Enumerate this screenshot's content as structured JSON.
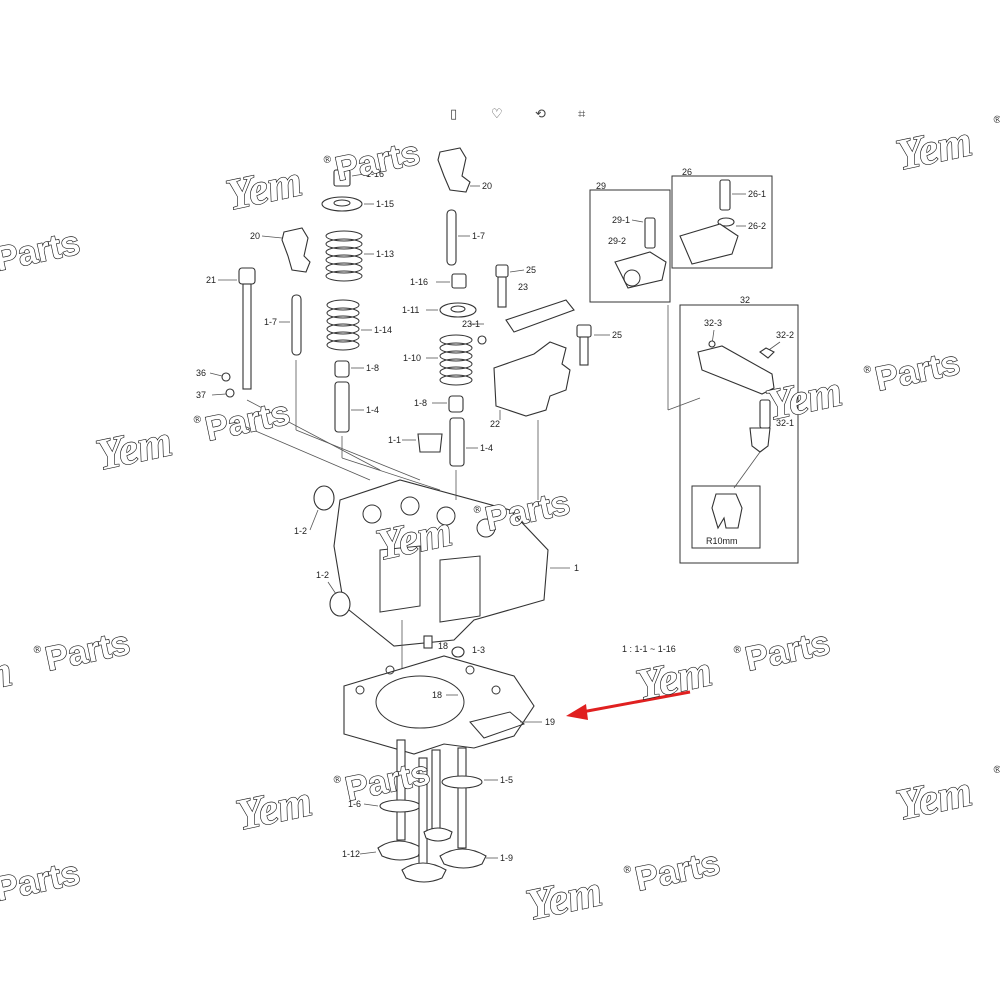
{
  "toolbar": {
    "icons": [
      {
        "name": "copy-icon",
        "glyph": "▯"
      },
      {
        "name": "heart-icon",
        "glyph": "♡"
      },
      {
        "name": "rotate-icon",
        "glyph": "⟲"
      },
      {
        "name": "crop-icon",
        "glyph": "⌗"
      }
    ]
  },
  "watermark": {
    "logo": "Yem",
    "text": "Parts",
    "reg": "®"
  },
  "labels": {
    "l1_16": "1-16",
    "l1_15": "1-15",
    "l1_13": "1-13",
    "l1_14": "1-14",
    "l1_8a": "1-8",
    "l1_4a": "1-4",
    "l1_7a": "1-7",
    "l1_16b": "1-16",
    "l1_11": "1-11",
    "l23_1": "23-1",
    "l1_10": "1-10",
    "l1_8b": "1-8",
    "l1_1": "1-1",
    "l1_4b": "1-4",
    "l20a": "20",
    "l20b": "20",
    "l21": "21",
    "l1_7b": "1-7",
    "l36": "36",
    "l37": "37",
    "l23": "23",
    "l25a": "25",
    "l25b": "25",
    "l22": "22",
    "l29": "29",
    "l29_1": "29-1",
    "l29_2": "29-2",
    "l26": "26",
    "l26_1": "26-1",
    "l26_2": "26-2",
    "l32": "32",
    "l32_3": "32-3",
    "l32_2": "32-2",
    "l32_1": "32-1",
    "r10": "R10mm",
    "l1_2a": "1-2",
    "l1_2b": "1-2",
    "l1": "1",
    "l18a": "18",
    "l1_3": "1-3",
    "l18b": "18",
    "l19": "19",
    "l1_11to16": "1 : 1-1 ~ 1-16",
    "l1_5": "1-5",
    "l1_6": "1-6",
    "l1_12": "1-12",
    "l1_9": "1-9"
  },
  "colors": {
    "arrow": "#e02020",
    "line": "#555555"
  }
}
